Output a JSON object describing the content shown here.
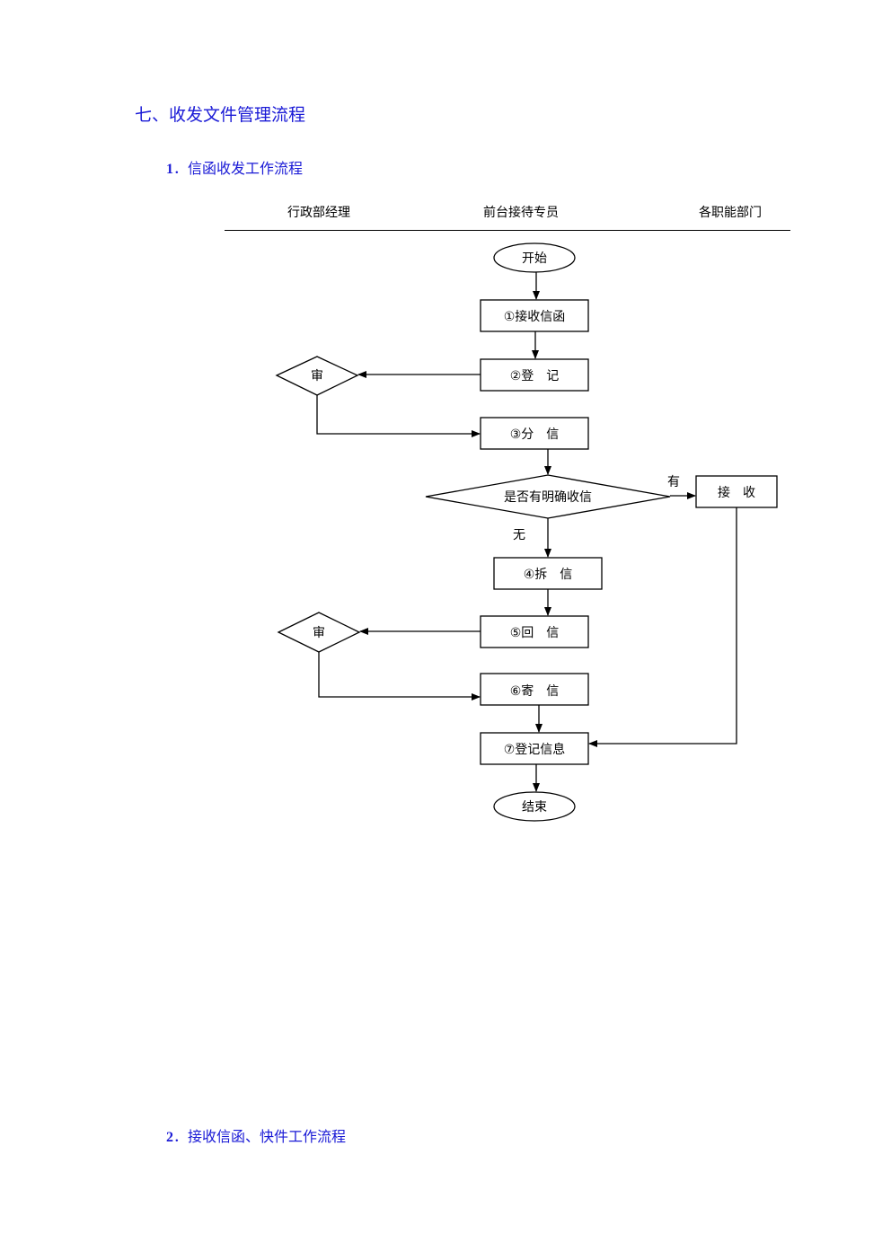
{
  "section_title": "七、收发文件管理流程",
  "sub1": {
    "num": "1",
    "text": "信函收发工作流程"
  },
  "sub2": {
    "num": "2",
    "text": "接收信函、快件工作流程"
  },
  "columns": [
    "行政部经理",
    "前台接待专员",
    "各职能部门"
  ],
  "flow": {
    "start": "开始",
    "step1": "①接收信函",
    "step2": "②登　记",
    "review1": "审",
    "step3": "③分　信",
    "decision": "是否有明确收信",
    "yes_label": "有",
    "no_label": "无",
    "receive": "接　收",
    "step4": "④拆　信",
    "review2": "审",
    "step5": "⑤回　信",
    "step6": "⑥寄　信",
    "step7": "⑦登记信息",
    "end": "结束"
  }
}
